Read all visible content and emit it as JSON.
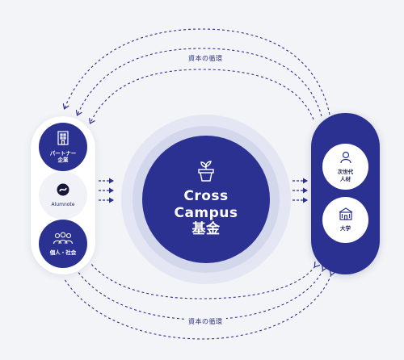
{
  "flow_label_top": "資本の循環",
  "flow_label_bottom": "資本の循環",
  "left_nodes": [
    {
      "label_line1": "パートナー",
      "label_line2": "企業",
      "icon": "building-icon"
    },
    {
      "label_line1": "Alumnote",
      "label_line2": "",
      "icon": "alumnote-logo"
    },
    {
      "label_line1": "個人・社会",
      "label_line2": "",
      "icon": "people-icon"
    }
  ],
  "center": {
    "line1": "Cross",
    "line2": "Campus",
    "line3": "基金",
    "icon": "plant-pot-icon"
  },
  "right_nodes": [
    {
      "label_line1": "次世代",
      "label_line2": "人材",
      "icon": "person-icon"
    },
    {
      "label_line1": "大学",
      "label_line2": "",
      "icon": "university-icon"
    }
  ],
  "colors": {
    "navy": "#2b3190",
    "background": "#f3f4f7",
    "halo": "#d2d7ec"
  }
}
